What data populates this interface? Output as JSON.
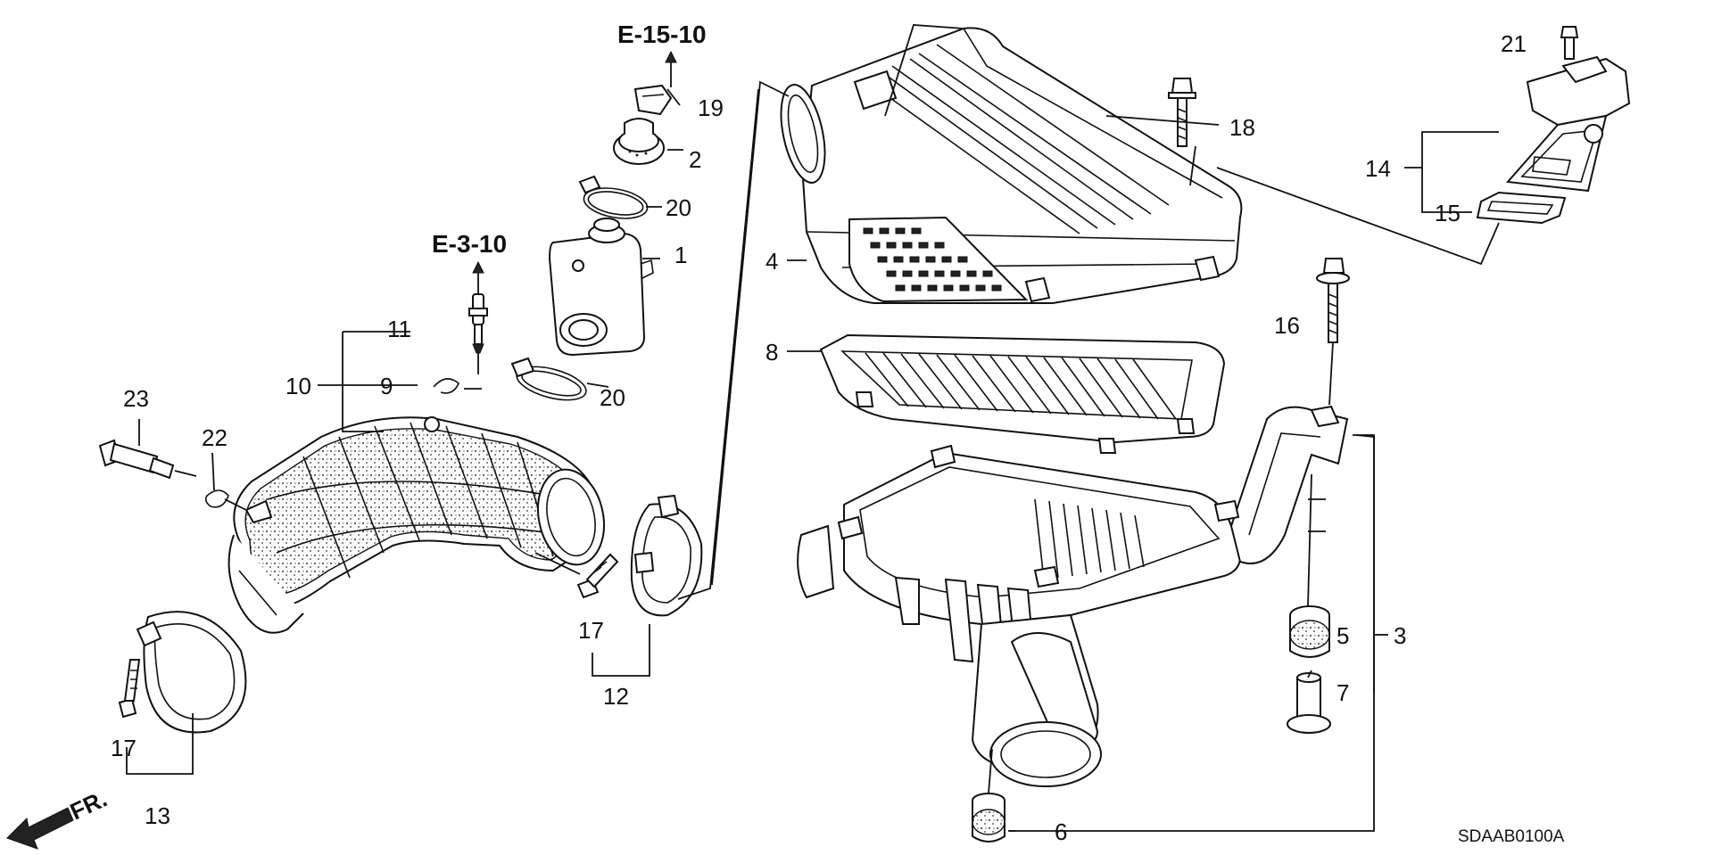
{
  "references": {
    "e_15_10": "E-15-10",
    "e_3_10": "E-3-10"
  },
  "part_labels": {
    "p1": "1",
    "p2": "2",
    "p3": "3",
    "p4": "4",
    "p5": "5",
    "p6": "6",
    "p7": "7",
    "p8": "8",
    "p9": "9",
    "p10": "10",
    "p11": "11",
    "p12": "12",
    "p13": "13",
    "p14": "14",
    "p15": "15",
    "p16": "16",
    "p17a": "17",
    "p17b": "17",
    "p18": "18",
    "p19": "19",
    "p20a": "20",
    "p20b": "20",
    "p21": "21",
    "p22": "22",
    "p23": "23"
  },
  "direction_marker": "FR.",
  "diagram_code": "SDAAB0100A",
  "icons": {
    "front_arrow": "front-direction-arrow-icon",
    "reference_arrow": "reference-arrow-icon"
  },
  "colors": {
    "ink": "#111111",
    "paper": "#ffffff"
  }
}
